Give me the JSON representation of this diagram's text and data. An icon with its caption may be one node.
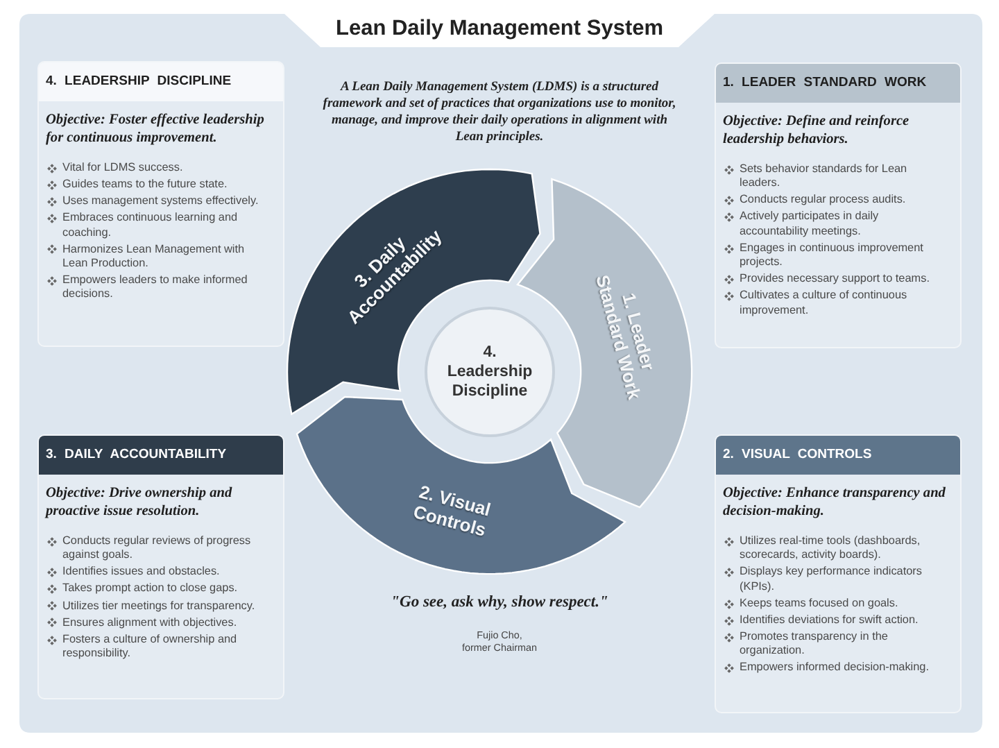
{
  "diagram": {
    "title": "Lean Daily Management System",
    "nodes": [
      {
        "text": [
          "4. LEADERSHIP DISCIPLINE",
          "Objective: Foster effective leadership for continuous improvement.",
          "Vital for LDMS success.",
          "Guides teams to the future state.",
          "Uses management systems effectively.",
          "Embraces continuous learning and coaching.",
          "Harmonizes Lean Management with Lean Production.",
          "Empowers leaders to make informed decisions."
        ]
      },
      {
        "text": [
          "1. LEADER STANDARD WORK",
          "Objective: Define and reinforce leadership behaviors.",
          "Sets behavior standards for Lean leaders.",
          "Conducts regular process audits.",
          "Actively participates in daily accountability meetings.",
          "Engages in continuous improvement projects.",
          "Provides necessary support to teams.",
          "Cultivates a culture of continuous improvement."
        ]
      },
      {
        "text": [
          "3. Daily Accountability"
        ]
      },
      {
        "text": [
          "1. Leader Standard Work"
        ]
      },
      {
        "text": [
          "4. Leadership Discipline"
        ]
      },
      {
        "text": [
          "2. Visual Controls"
        ]
      },
      {
        "text": [
          "3. DAILY ACCOUNTABILITY",
          "Objective: Drive ownership and proactive issue resolution.",
          "Conducts regular reviews of progress against goals.",
          "Identifies issues and obstacles.",
          "Takes prompt action to close gaps.",
          "Utilizes tier meetings for transparency.",
          "Ensures alignment with objectives.",
          "Fosters a culture of ownership and responsibility."
        ]
      },
      {
        "text": [
          "2. VISUAL CONTROLS",
          "Objective: Enhance transparency and decision-making.",
          "Utilizes real-time tools (dashboards, scorecards, activity boards).",
          "Displays key performance indicators (KPIs).",
          "Keeps teams focused on goals.",
          "Identifies deviations for swift action.",
          "Promotes transparency in the organization.",
          "Empowers informed decision-making."
        ]
      }
    ],
    "labels": [
      "A Lean Daily Management System (LDMS) is a structured framework and set of practices that organizations use to monitor, manage, and improve their daily operations in alignment with Lean principles.",
      "\"Go see, ask why, show respect.\"",
      "Fujio Cho,",
      "former Chairman"
    ]
  }
}
